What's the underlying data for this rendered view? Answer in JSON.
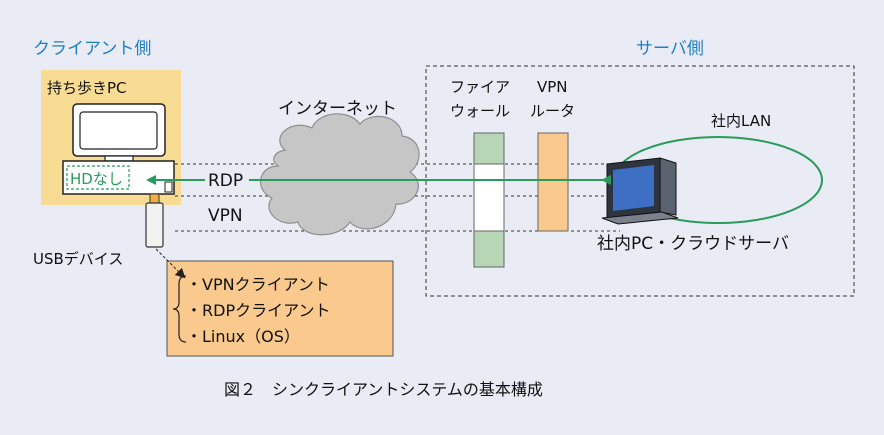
{
  "labels": {
    "client_side": "クライアント側",
    "server_side": "サーバ側",
    "mobile_pc": "持ち歩きPC",
    "no_hd": "HDなし",
    "internet": "インターネット",
    "firewall_line1": "ファイア",
    "firewall_line2": "ウォール",
    "vpn_router_line1": "VPN",
    "vpn_router_line2": "ルータ",
    "intranet": "社内LAN",
    "rdp": "RDP",
    "vpn": "VPN",
    "usb_device": "USBデバイス",
    "server_caption": "社内PC・クラウドサーバ",
    "usb_items": [
      "・VPNクライアント",
      "・RDPクライアント",
      "・Linux（OS）"
    ],
    "figure_caption": "図２　シンクライアントシステムの基本構成"
  },
  "colors": {
    "background": "#e9ecf5",
    "heading_blue": "#1f7fc4",
    "green_line": "#2a9b5a",
    "client_box": "#f8dc93",
    "usb_box": "#f9c98d",
    "firewall_green": "#b7d6b5",
    "router_orange": "#f9c98d",
    "cloud_gray": "#c6c6c6"
  }
}
